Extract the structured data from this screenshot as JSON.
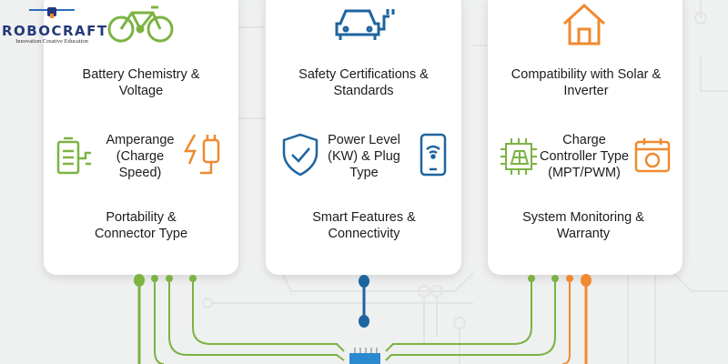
{
  "logo": {
    "name": "ROBOCRAFT",
    "tagline": "Innovation Creative Education"
  },
  "cards": [
    {
      "top": "Battery Chemistry & Voltage",
      "middle": "Amperange (Charge Speed)",
      "bottom": "Portability & Connector Type"
    },
    {
      "top": "Safety Certifications & Standards",
      "middle": "Power Level (KW) & Plug Type",
      "bottom": "Smart Features & Connectivity"
    },
    {
      "top": "Compatibility with Solar & Inverter",
      "middle": "Charge Controller Type (MPT/PWM)",
      "bottom": "System Monitoring & Warranty"
    }
  ],
  "colors": {
    "green": "#7cb342",
    "blue": "#1e64a0",
    "orange": "#f08a30"
  }
}
